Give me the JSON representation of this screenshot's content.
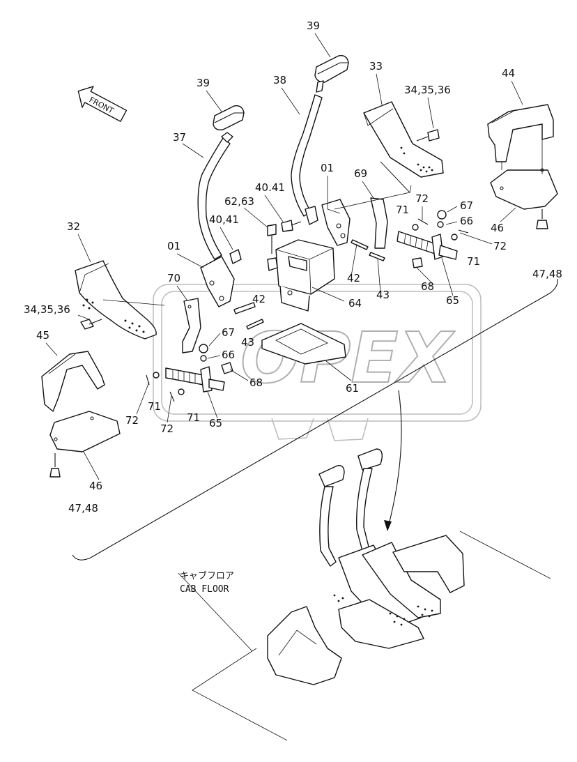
{
  "front_tag": "FRONT",
  "watermark": "OPEX",
  "cab_floor": {
    "jp": "キャブフロア",
    "en": "CAB FLOOR"
  },
  "labels": {
    "l39a": "39",
    "l39b": "39",
    "l38": "38",
    "l37": "37",
    "l33": "33",
    "l44": "44",
    "l343536a": "34,35,36",
    "l343536b": "34,35,36",
    "l01a": "01",
    "l01b": "01",
    "l69": "69",
    "l72a": "72",
    "l72b": "72",
    "l72c": "72",
    "l72d": "72",
    "l67a": "67",
    "l67b": "67",
    "l66a": "66",
    "l66b": "66",
    "l71a": "71",
    "l71b": "71",
    "l71c": "71",
    "l71d": "71",
    "l4041a": "40.41",
    "l4041b": "40,41",
    "l6263": "62,63",
    "l32": "32",
    "l70": "70",
    "l42a": "42",
    "l42b": "42",
    "l43a": "43",
    "l43b": "43",
    "l64": "64",
    "l68a": "68",
    "l68b": "68",
    "l65a": "65",
    "l65b": "65",
    "l61": "61",
    "l46a": "46",
    "l46b": "46",
    "l4748a": "47,48",
    "l4748b": "47,48",
    "l45": "45"
  }
}
